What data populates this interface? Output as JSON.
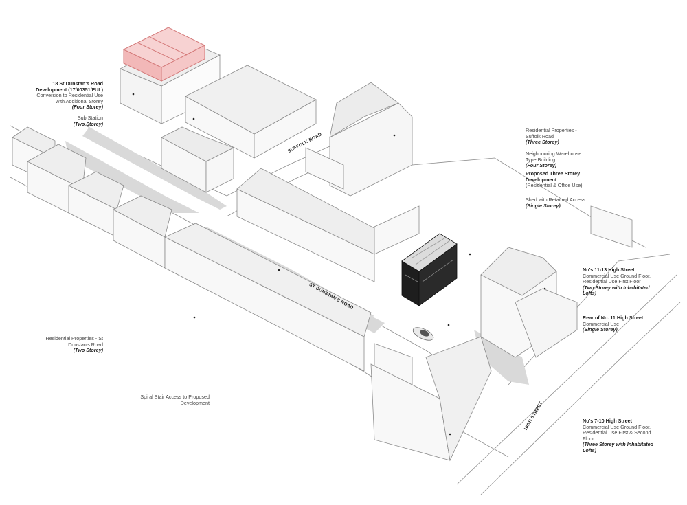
{
  "labels": {
    "st_dunstans_18": {
      "title": "18 St Dunstan's Road Development (17/00351/FUL)",
      "description": "Conversion to Residential Use with Additional Storey",
      "storeys": "(Four Storey)"
    },
    "sub_station": {
      "title": "",
      "description": "Sub Station",
      "storeys": "(Two Storey)"
    },
    "residential_suffolk": {
      "description": "Residential Properties - Suffolk Road",
      "storeys": "(Three Storey)"
    },
    "warehouse": {
      "description": "Neighbouring Warehouse Type Building",
      "storeys": "(Four Storey)"
    },
    "proposed": {
      "title": "Proposed Three Storey Development",
      "description": "(Residential & Office Use)"
    },
    "shed": {
      "description": "Shed with Retained Access",
      "storeys": "(Single Storey)"
    },
    "high_11_13": {
      "title": "No's 11-13 High Street",
      "description": "Commercial Use Ground Floor. Residential Use First Floor",
      "storeys": "(Two Storey with Inhabitated Lofts)"
    },
    "rear_11": {
      "title": "Rear of No. 11 High Street",
      "description": "Commercial Use",
      "storeys": "(Single Storey)"
    },
    "residential_st_dunstans": {
      "description": "Residential Properties - St Dunstan's Road",
      "storeys": "(Two Storey)"
    },
    "spiral_stair": {
      "description": "Spiral Stair Access to Proposed Development"
    },
    "high_7_10": {
      "title": "No's 7-10 High Street",
      "description": "Commercial Use Ground Floor, Residential Use First & Second Floor",
      "storeys": "(Three Storey with Inhabitated Lofts)"
    }
  },
  "roads": {
    "suffolk_road": "SUFFOLK ROAD",
    "st_dunstans_road": "ST DUNSTAN'S ROAD",
    "high_street": "HIGH STREET"
  },
  "colors": {
    "highlight_fill": "#f2b8b8",
    "highlight_stroke": "#d47a7a",
    "building_wall": "#f7f7f7",
    "building_shadow": "#d9d9d9",
    "proposed_dark": "#1e1e1e"
  }
}
